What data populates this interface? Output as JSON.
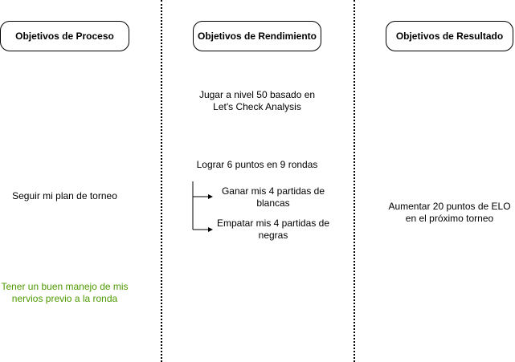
{
  "headers": {
    "process": "Objetivos de Proceso",
    "performance": "Objetivos de Rendimiento",
    "result": "Objetivos de Resultado"
  },
  "process_goals": {
    "goal1": "Seguir mi plan de torneo",
    "goal2": "Tener un buen manejo de mis nervios previo a la ronda"
  },
  "performance_goals": {
    "goal1": "Jugar a nivel 50 basado en Let's Check Analysis",
    "goal2": "Lograr 6 puntos en 9 rondas",
    "sub1": "Ganar mis 4 partidas de blancas",
    "sub2": "Empatar mis 4 partidas de negras"
  },
  "result_goals": {
    "goal1": "Aumentar 20 puntos de ELO en el próximo torneo"
  },
  "colors": {
    "highlight_text": "#4d9900",
    "line": "#000000"
  }
}
